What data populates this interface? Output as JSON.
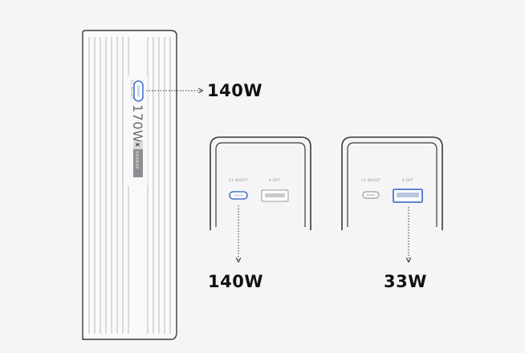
{
  "power_bank": {
    "capacity_label": "170W",
    "port_label": "C1 IN/OUT",
    "badge_icon": "X",
    "badge_text": "SHARGE",
    "port_callout": "140W"
  },
  "port_closeups": [
    {
      "usb_c_label": "C1 IN/OUT",
      "usb_a_label": "A OUT",
      "highlighted_port": "usb-c",
      "output_label": "140W"
    },
    {
      "usb_c_label": "C1 IN/OUT",
      "usb_a_label": "A OUT",
      "highlighted_port": "usb-a",
      "output_label": "33W"
    }
  ],
  "colors": {
    "highlight": "#4a73c9",
    "outline": "#3a3a3c",
    "background": "#f5f5f7"
  }
}
